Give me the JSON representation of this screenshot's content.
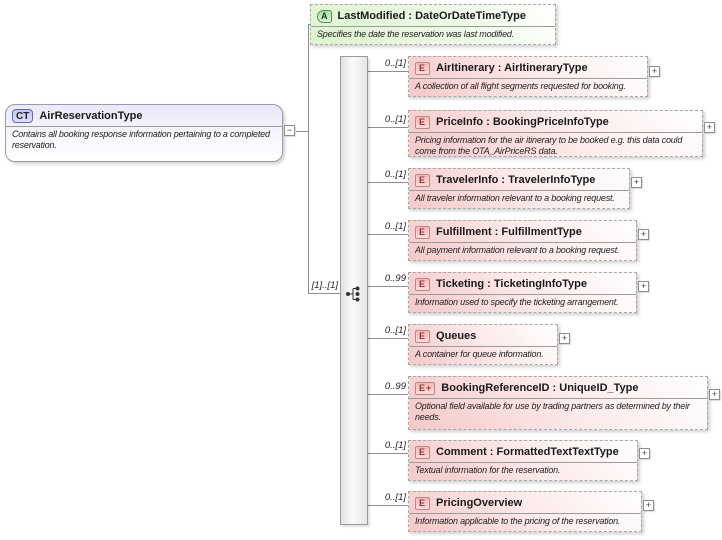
{
  "diagram": {
    "root": {
      "icon_label": "CT",
      "title": "AirReservationType",
      "annotation": "Contains all booking response information pertaining to a completed reservation.",
      "collapse_glyph": "−"
    },
    "attribute": {
      "icon_label": "A",
      "title": "LastModified : DateOrDateTimeType",
      "annotation": "Specifies the date the reservation was last modified."
    },
    "sequence": {
      "cardinality": "[1]..[1]"
    },
    "elements": [
      {
        "icon_label": "E",
        "title": "AirItinerary : AirItineraryType",
        "annotation": "A collection of all flight segments requested for booking.",
        "cardinality": "0..[1]",
        "expand_glyph": "+"
      },
      {
        "icon_label": "E",
        "title": "PriceInfo : BookingPriceInfoType",
        "annotation": "Pricing information for the air itinerary to be booked e.g. this data could come from the OTA_AirPriceRS data.",
        "cardinality": "0..[1]",
        "expand_glyph": "+"
      },
      {
        "icon_label": "E",
        "title": "TravelerInfo : TravelerInfoType",
        "annotation": "All traveler information relevant to a booking request.",
        "cardinality": "0..[1]",
        "expand_glyph": "+"
      },
      {
        "icon_label": "E",
        "title": "Fulfillment : FulfillmentType",
        "annotation": "All payment information relevant to a booking request.",
        "cardinality": "0..[1]",
        "expand_glyph": "+"
      },
      {
        "icon_label": "E",
        "title": "Ticketing : TicketingInfoType",
        "annotation": "Information used to specify the ticketing arrangement.",
        "cardinality": "0..99",
        "expand_glyph": "+"
      },
      {
        "icon_label": "E",
        "title": "Queues",
        "annotation": "A container for queue information.",
        "cardinality": "0..[1]",
        "expand_glyph": "+"
      },
      {
        "icon_label": "E",
        "icon_plus": "+",
        "title": "BookingReferenceID : UniqueID_Type",
        "annotation": "Optional field available for use by trading partners as determined by their needs.",
        "cardinality": "0..99",
        "expand_glyph": "+"
      },
      {
        "icon_label": "E",
        "title": "Comment : FormattedTextTextType",
        "annotation": "Textual information for the reservation.",
        "cardinality": "0..[1]",
        "expand_glyph": "+"
      },
      {
        "icon_label": "E",
        "title": "PricingOverview",
        "annotation": "Information applicable to the pricing of the reservation.",
        "cardinality": "0..[1]",
        "expand_glyph": "+"
      }
    ],
    "colors": {
      "element_fill": "#f4c8c8",
      "attribute_fill": "#ddf3cf",
      "complextype_fill": "#e9e9f8",
      "element_icon_plus": "#cc2222"
    }
  }
}
